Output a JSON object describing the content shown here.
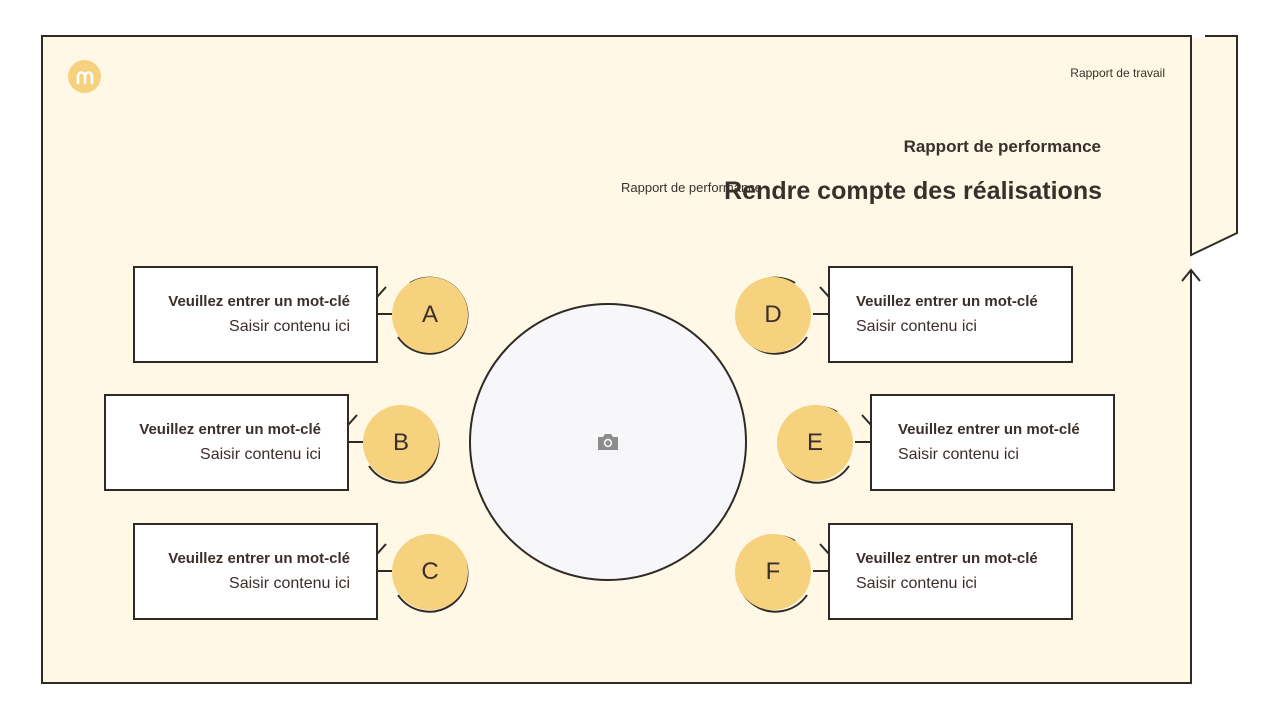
{
  "header": {
    "tag": "Rapport de travail",
    "title_top": "Rapport de performance",
    "title_overlay": "Rapport de performance",
    "title_main": "Rendre compte des réalisations"
  },
  "theme": {
    "accent": "#f6d27f",
    "panel": "#fff8e6",
    "line": "#2f2a26"
  },
  "items": [
    {
      "letter": "A",
      "keyword": "Veuillez entrer un mot-clé",
      "content": "Saisir contenu ici"
    },
    {
      "letter": "B",
      "keyword": "Veuillez entrer un mot-clé",
      "content": "Saisir contenu ici"
    },
    {
      "letter": "C",
      "keyword": "Veuillez entrer un mot-clé",
      "content": "Saisir contenu ici"
    },
    {
      "letter": "D",
      "keyword": "Veuillez entrer un mot-clé",
      "content": "Saisir contenu ici"
    },
    {
      "letter": "E",
      "keyword": "Veuillez entrer un mot-clé",
      "content": "Saisir contenu ici"
    },
    {
      "letter": "F",
      "keyword": "Veuillez entrer un mot-clé",
      "content": "Saisir contenu ici"
    }
  ],
  "icons": {
    "logo": "m-logo-icon",
    "image_placeholder": "camera-icon"
  }
}
